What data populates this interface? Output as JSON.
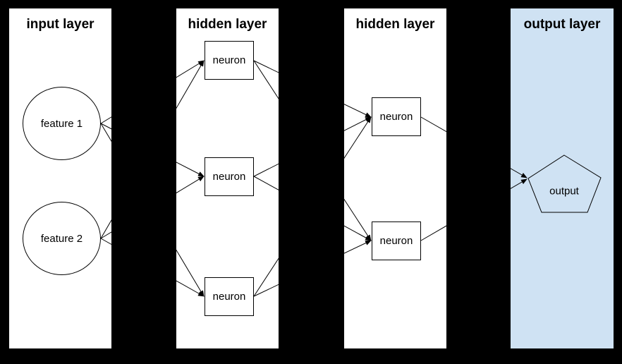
{
  "diagram": {
    "title_hint": "feed-forward neural network",
    "colors": {
      "background": "#000000",
      "panel_fill": "#ffffff",
      "output_panel_fill": "#cfe2f3",
      "stroke": "#000000",
      "edge": "#000000"
    },
    "layers": [
      {
        "id": "input",
        "title": "input layer",
        "nodes": [
          {
            "id": "feature-1",
            "shape": "circle",
            "label": "feature 1"
          },
          {
            "id": "feature-2",
            "shape": "circle",
            "label": "feature 2"
          }
        ]
      },
      {
        "id": "hidden-1",
        "title": "hidden layer",
        "nodes": [
          {
            "id": "h1-neuron-1",
            "shape": "rectangle",
            "label": "neuron"
          },
          {
            "id": "h1-neuron-2",
            "shape": "rectangle",
            "label": "neuron"
          },
          {
            "id": "h1-neuron-3",
            "shape": "rectangle",
            "label": "neuron"
          }
        ]
      },
      {
        "id": "hidden-2",
        "title": "hidden layer",
        "nodes": [
          {
            "id": "h2-neuron-1",
            "shape": "rectangle",
            "label": "neuron"
          },
          {
            "id": "h2-neuron-2",
            "shape": "rectangle",
            "label": "neuron"
          }
        ]
      },
      {
        "id": "output",
        "title": "output layer",
        "nodes": [
          {
            "id": "output-node",
            "shape": "pentagon",
            "label": "output"
          }
        ]
      }
    ],
    "edges": [
      {
        "from": "feature-1",
        "to": "h1-neuron-1"
      },
      {
        "from": "feature-1",
        "to": "h1-neuron-2"
      },
      {
        "from": "feature-1",
        "to": "h1-neuron-3"
      },
      {
        "from": "feature-2",
        "to": "h1-neuron-1"
      },
      {
        "from": "feature-2",
        "to": "h1-neuron-2"
      },
      {
        "from": "feature-2",
        "to": "h1-neuron-3"
      },
      {
        "from": "h1-neuron-1",
        "to": "h2-neuron-1"
      },
      {
        "from": "h1-neuron-1",
        "to": "h2-neuron-2"
      },
      {
        "from": "h1-neuron-2",
        "to": "h2-neuron-1"
      },
      {
        "from": "h1-neuron-2",
        "to": "h2-neuron-2"
      },
      {
        "from": "h1-neuron-3",
        "to": "h2-neuron-1"
      },
      {
        "from": "h1-neuron-3",
        "to": "h2-neuron-2"
      },
      {
        "from": "h2-neuron-1",
        "to": "output-node"
      },
      {
        "from": "h2-neuron-2",
        "to": "output-node"
      }
    ]
  }
}
